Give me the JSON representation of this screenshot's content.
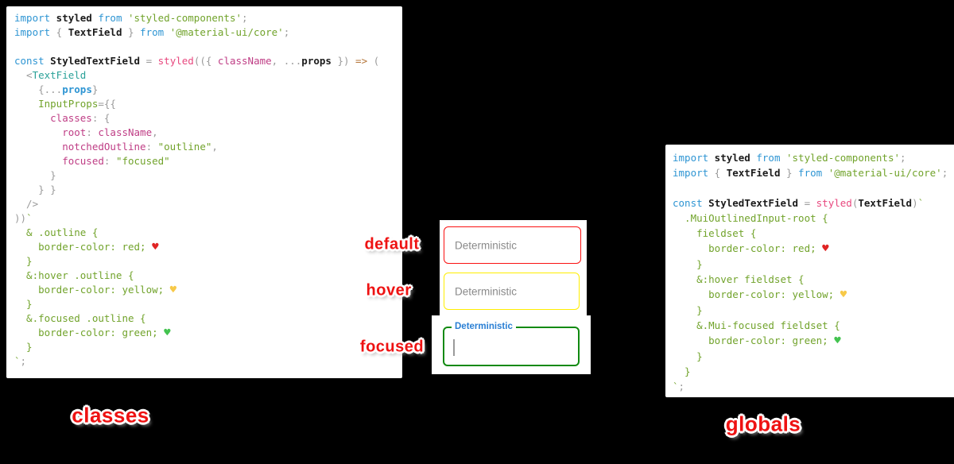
{
  "background": "#000000",
  "token_colors": {
    "keyword": "#2e95d3",
    "identifier_bold": "#1b1b1b",
    "string_green": "#71a32b",
    "punctuation_gray": "#9b9b9b",
    "function_pink": "#e8477e",
    "property_magenta": "#bf3d85",
    "jsx_tag_teal": "#2aa198",
    "arrow_brown": "#b5763a",
    "heart_red": "#e02424",
    "heart_yellow": "#f7c948",
    "heart_green": "#43c34f"
  },
  "code_left": {
    "lines": [
      [
        [
          "import",
          "kw"
        ],
        [
          " styled",
          "id"
        ],
        [
          " from",
          "kw"
        ],
        [
          " 'styled-components'",
          "str"
        ],
        [
          ";",
          "pun"
        ]
      ],
      [
        [
          "import",
          "kw"
        ],
        [
          " { ",
          "pun"
        ],
        [
          "TextField",
          "id"
        ],
        [
          " }",
          "pun"
        ],
        [
          " from",
          "kw"
        ],
        [
          " '@material-ui/core'",
          "str"
        ],
        [
          ";",
          "pun"
        ]
      ],
      [],
      [
        [
          "const",
          "kw"
        ],
        [
          " StyledTextField",
          "id"
        ],
        [
          " =",
          "pun"
        ],
        [
          " styled",
          "fn"
        ],
        [
          "(({ ",
          "pun"
        ],
        [
          "className",
          "prop"
        ],
        [
          ", ...",
          "pun"
        ],
        [
          "props",
          "id"
        ],
        [
          " })",
          "pun"
        ],
        [
          " =>",
          "arrow"
        ],
        [
          " (",
          "pun"
        ]
      ],
      [
        [
          "  <",
          "pun"
        ],
        [
          "TextField",
          "tag"
        ]
      ],
      [
        [
          "    {...",
          "pun"
        ],
        [
          "props",
          "kwb"
        ],
        [
          "}",
          "pun"
        ]
      ],
      [
        [
          "    InputProps",
          "str"
        ],
        [
          "={{",
          "pun"
        ]
      ],
      [
        [
          "      classes",
          "prop"
        ],
        [
          ": {",
          "pun"
        ]
      ],
      [
        [
          "        root",
          "prop"
        ],
        [
          ":",
          "pun"
        ],
        [
          " className",
          "prop"
        ],
        [
          ",",
          "pun"
        ]
      ],
      [
        [
          "        notchedOutline",
          "prop"
        ],
        [
          ":",
          "pun"
        ],
        [
          " \"outline\"",
          "str"
        ],
        [
          ",",
          "pun"
        ]
      ],
      [
        [
          "        focused",
          "prop"
        ],
        [
          ":",
          "pun"
        ],
        [
          " \"focused\"",
          "str"
        ]
      ],
      [
        [
          "      }",
          "pun"
        ]
      ],
      [
        [
          "    } }",
          "pun"
        ]
      ],
      [
        [
          "  />",
          "pun"
        ]
      ],
      [
        [
          "))",
          "pun"
        ],
        [
          "`",
          "str"
        ]
      ],
      [
        [
          "  & .outline {",
          "str"
        ]
      ],
      [
        [
          "    border-color: red; ",
          "str"
        ],
        [
          "♥",
          "hr"
        ]
      ],
      [
        [
          "  }",
          "str"
        ]
      ],
      [
        [
          "  &:hover .outline {",
          "str"
        ]
      ],
      [
        [
          "    border-color: yellow; ",
          "str"
        ],
        [
          "♥",
          "hy"
        ]
      ],
      [
        [
          "  }",
          "str"
        ]
      ],
      [
        [
          "  &.focused .outline {",
          "str"
        ]
      ],
      [
        [
          "    border-color: green; ",
          "str"
        ],
        [
          "♥",
          "hg"
        ]
      ],
      [
        [
          "  }",
          "str"
        ]
      ],
      [
        [
          "`",
          "str"
        ],
        [
          ";",
          "pun"
        ]
      ]
    ]
  },
  "code_right": {
    "lines": [
      [
        [
          "import",
          "kw"
        ],
        [
          " styled",
          "id"
        ],
        [
          " from",
          "kw"
        ],
        [
          " 'styled-components'",
          "str"
        ],
        [
          ";",
          "pun"
        ]
      ],
      [
        [
          "import",
          "kw"
        ],
        [
          " { ",
          "pun"
        ],
        [
          "TextField",
          "id"
        ],
        [
          " }",
          "pun"
        ],
        [
          " from",
          "kw"
        ],
        [
          " '@material-ui/core'",
          "str"
        ],
        [
          ";",
          "pun"
        ]
      ],
      [],
      [
        [
          "const",
          "kw"
        ],
        [
          " StyledTextField",
          "id"
        ],
        [
          " =",
          "pun"
        ],
        [
          " styled",
          "fn"
        ],
        [
          "(",
          "pun"
        ],
        [
          "TextField",
          "id"
        ],
        [
          ")",
          "pun"
        ],
        [
          "`",
          "str"
        ]
      ],
      [
        [
          "  .MuiOutlinedInput-root {",
          "str"
        ]
      ],
      [
        [
          "    fieldset {",
          "str"
        ]
      ],
      [
        [
          "      border-color: red; ",
          "str"
        ],
        [
          "♥",
          "hr"
        ]
      ],
      [
        [
          "    }",
          "str"
        ]
      ],
      [
        [
          "    &:hover fieldset {",
          "str"
        ]
      ],
      [
        [
          "      border-color: yellow; ",
          "str"
        ],
        [
          "♥",
          "hy"
        ]
      ],
      [
        [
          "    }",
          "str"
        ]
      ],
      [
        [
          "    &.Mui-focused fieldset {",
          "str"
        ]
      ],
      [
        [
          "      border-color: green; ",
          "str"
        ],
        [
          "♥",
          "hg"
        ]
      ],
      [
        [
          "    }",
          "str"
        ]
      ],
      [
        [
          "  }",
          "str"
        ]
      ],
      [
        [
          "`",
          "str"
        ],
        [
          ";",
          "pun"
        ]
      ]
    ]
  },
  "annotations": {
    "default": "default",
    "hover": "hover",
    "focused": "focused",
    "classes": "classes",
    "globals": "globals"
  },
  "textfields": {
    "default": {
      "state": "default",
      "placeholder": "Deterministic",
      "border_color": "#fa1111"
    },
    "hover": {
      "state": "hover",
      "placeholder": "Deterministic",
      "border_color": "#ffee00"
    },
    "focused": {
      "state": "focused",
      "label": "Deterministic",
      "border_color": "#118a11",
      "label_color": "#2a7fd4"
    }
  }
}
